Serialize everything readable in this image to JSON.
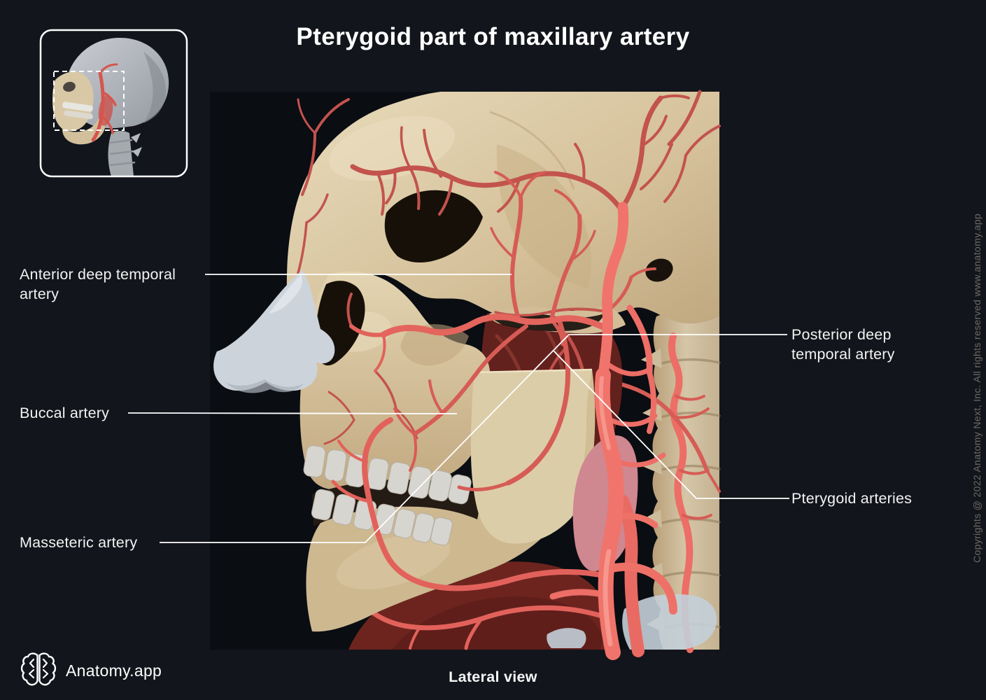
{
  "title": "Pterygoid part of maxillary artery",
  "labels": {
    "anterior_deep_temporal": {
      "lines": [
        "Anterior deep temporal",
        "artery"
      ]
    },
    "buccal": {
      "text": "Buccal artery"
    },
    "masseteric": {
      "text": "Masseteric artery"
    },
    "posterior_deep_temporal": {
      "lines": [
        "Posterior deep",
        "temporal artery"
      ]
    },
    "pterygoid": {
      "text": "Pterygoid arteries"
    }
  },
  "footer": {
    "brand_name": "Anatomy.app",
    "view_label": "Lateral view"
  },
  "sidebar_text": {
    "copyright": "Copyrights @ 2022 Anatomy Next, Inc. All rights reserved www.anatomy.app"
  },
  "icons": {
    "logo": "brain-icon",
    "inset_thumbnail": "skull-lateral-thumbnail"
  },
  "colors": {
    "background": "#12151b",
    "render_background": "#0a0d12",
    "bone": "#d8c5a2",
    "artery_main": "#ef7168",
    "artery_branch": "#c3534d",
    "muscle_deep": "#63211d",
    "muscle_pink": "#cf8790",
    "nasal_cartilage": "#ccd3da",
    "label_text": "#f2f2f2",
    "leader_line": "#ffffff",
    "copyright_text": "#6e6a63"
  }
}
